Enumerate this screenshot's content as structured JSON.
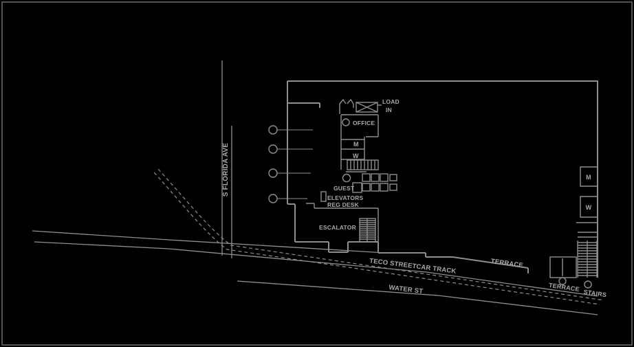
{
  "colors": {
    "background": "#000000",
    "line": "#8f8f8f",
    "text": "#a8a8a8",
    "border": "#6f6f6f"
  },
  "plan": {
    "streets": {
      "vertical_street": "S FLORIDA AVE",
      "streetcar_track": "TECO STREETCAR TRACK",
      "cross_street": "WATER ST"
    },
    "building": {
      "loading_line1": "LOAD",
      "loading_line2": "IN",
      "office": "OFFICE",
      "core_restroom_m": "M",
      "core_restroom_w": "W",
      "guest": "GUEST",
      "elevators": "ELEVATORS",
      "reg_desk": "REG DESK",
      "escalator": "ESCALATOR",
      "right_restroom_m": "M",
      "right_restroom_w": "W",
      "stairs": "STAIRS"
    },
    "terraces": {
      "upper": "TERRACE",
      "lower": "TERRACE"
    }
  }
}
